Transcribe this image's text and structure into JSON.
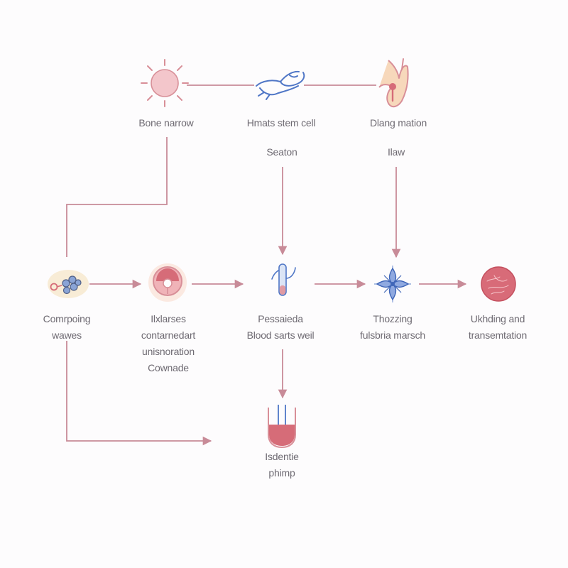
{
  "diagram": {
    "palette": {
      "connector": "#c88b98",
      "pink_fill": "#f3c6cb",
      "pink_stroke": "#d88f98",
      "blue_fill": "#c7d6f2",
      "blue_stroke": "#4f76c6",
      "red_fill": "#d66c78",
      "cream_fill": "#f8ecd6",
      "label_text": "#6e6a72"
    },
    "nodes": {
      "bone_marrow": {
        "icon": "sun-icon",
        "label": [
          "Bone narrow"
        ]
      },
      "stem_cell": {
        "icon": "hand-icon",
        "label": [
          "Hmats stem cell"
        ],
        "sublabel": "Seaton"
      },
      "diagnosis": {
        "icon": "figure-icon",
        "label": [
          "Dlang mation"
        ],
        "sublabel": "Ilaw"
      },
      "composing": {
        "icon": "cells-cluster-icon",
        "label": [
          "Comrpoing",
          "wawes"
        ]
      },
      "contamination": {
        "icon": "capsule-icon",
        "label": [
          "Ilxlarses",
          "contarnedart",
          "unisnoration",
          "Cownade"
        ]
      },
      "blood": {
        "icon": "test-tube-icon",
        "label": [
          "Pessaieda",
          "Blood sarts weil"
        ]
      },
      "thozzing": {
        "icon": "star-cell-icon",
        "label": [
          "Thozzing",
          "fulsbria marsch"
        ]
      },
      "transmitation": {
        "icon": "blood-disc-icon",
        "label": [
          "Ukhding and",
          "transemtation"
        ]
      },
      "pump": {
        "icon": "beaker-icon",
        "label": [
          "Isdentie",
          "phimp"
        ]
      }
    }
  }
}
